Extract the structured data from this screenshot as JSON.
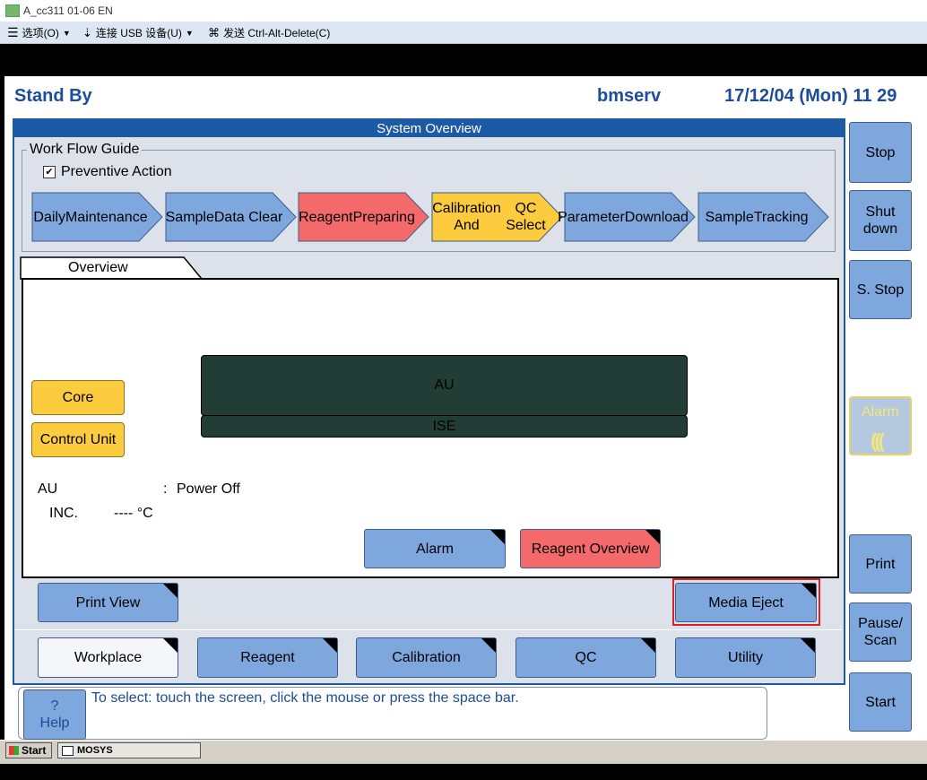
{
  "window": {
    "title": "A_cc311 01-06 EN"
  },
  "vm_menu": {
    "options": "选项(O)",
    "usb": "连接 USB 设备(U)",
    "send_cad": "发送 Ctrl-Alt-Delete(C)"
  },
  "header": {
    "status": "Stand By",
    "user": "bmserv",
    "datetime": "17/12/04 (Mon) 11 29"
  },
  "panel": {
    "title": "System Overview"
  },
  "workflow": {
    "group_label": "Work Flow Guide",
    "checkbox_label": "Preventive Action",
    "checkbox_checked": true,
    "steps": [
      {
        "line1": "Daily",
        "line2": "Maintenance",
        "color": "#7ea7de"
      },
      {
        "line1": "Sample",
        "line2": "Data Clear",
        "color": "#7ea7de"
      },
      {
        "line1": "Reagent",
        "line2": "Preparing",
        "color": "#f46a6a"
      },
      {
        "line1": "Calibration And",
        "line2": "QC Select",
        "color": "#fccb3e"
      },
      {
        "line1": "Parameter",
        "line2": "Download",
        "color": "#7ea7de"
      },
      {
        "line1": "Sample",
        "line2": "Tracking",
        "color": "#7ea7de"
      }
    ]
  },
  "overview": {
    "tab_label": "Overview",
    "core_label": "Core",
    "control_unit_label": "Control Unit",
    "au_block": "AU",
    "ise_block": "ISE",
    "status_name": "AU",
    "status_sep": ":",
    "status_value": "Power Off",
    "inc_label": "INC.",
    "inc_value": "---- °C",
    "alarm_btn": "Alarm",
    "reagent_overview_btn": "Reagent Overview"
  },
  "actions": {
    "print_view": "Print View",
    "media_eject": "Media Eject"
  },
  "bottom_tabs": [
    "Workplace",
    "Reagent",
    "Calibration",
    "QC",
    "Utility"
  ],
  "sidebar": {
    "stop": "Stop",
    "shutdown_l1": "Shut",
    "shutdown_l2": "down",
    "s_stop": "S. Stop",
    "alarm": "Alarm",
    "print": "Print",
    "pause_l1": "Pause/",
    "pause_l2": "Scan",
    "start": "Start"
  },
  "help": {
    "q": "?",
    "label": "Help",
    "message": "To select: touch the screen, click the mouse or press the space bar."
  },
  "taskbar": {
    "start": "Start",
    "task": "MOSYS"
  },
  "colors": {
    "accent": "#1c4c9a",
    "button": "#7ea7de",
    "red": "#f46a6a",
    "yellow": "#fccb3e",
    "dark": "#223c36"
  }
}
